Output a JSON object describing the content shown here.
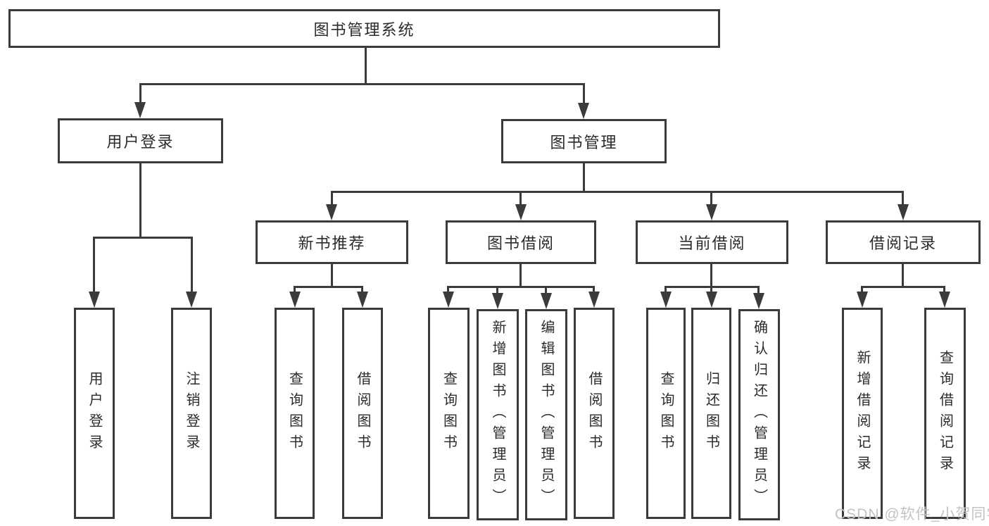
{
  "diagram": {
    "title": "图书管理系统",
    "nodes": {
      "root": "图书管理系统",
      "user_login": "用户登录",
      "book_management": "图书管理",
      "new_book": "新书推荐",
      "book_borrow": "图书借阅",
      "current_borrow": "当前借阅",
      "borrow_records": "借阅记录",
      "user_login_leaves": [
        "用户登录",
        "注销登录"
      ],
      "new_book_leaves": [
        "查询图书",
        "借阅图书"
      ],
      "book_borrow_leaves": [
        "查询图书",
        "新增图书（管理员）",
        "编辑图书（管理员）",
        "借阅图书"
      ],
      "current_borrow_leaves": [
        "查询图书",
        "归还图书",
        "确认归还（管理员）"
      ],
      "borrow_records_leaves": [
        "新增借阅记录",
        "查询借阅记录"
      ]
    },
    "colors": {
      "line": "#3b3b3b",
      "box_border": "#3b3b3b",
      "text": "#2b2b2b",
      "background": "#ffffff",
      "watermark": "#c3c3c3"
    }
  },
  "watermark": "CSDN @软件_小贺同学"
}
